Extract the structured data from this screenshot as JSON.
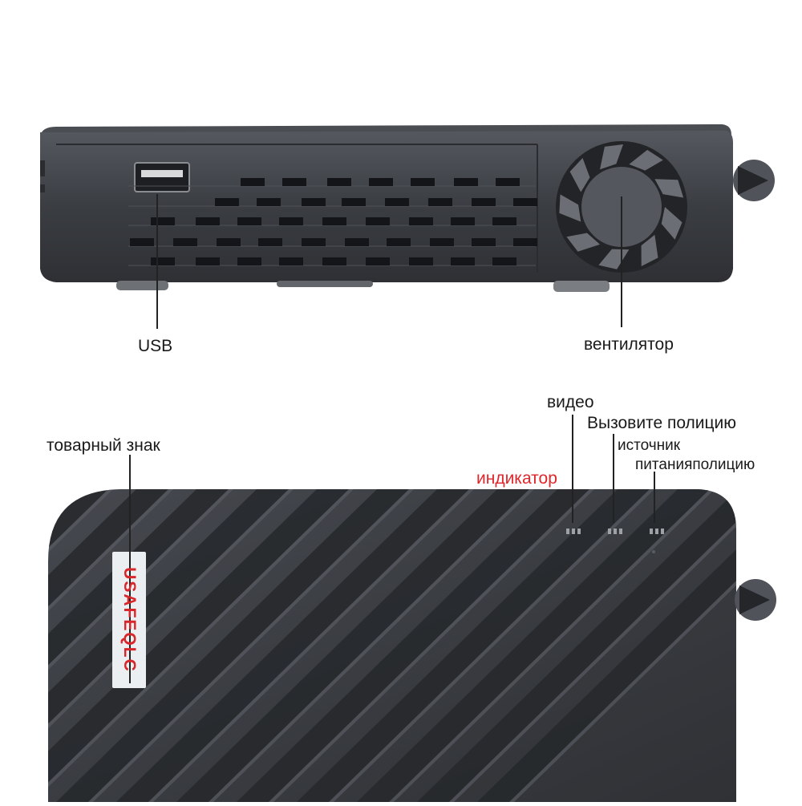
{
  "colors": {
    "background": "#ffffff",
    "device_body": "#3a3d42",
    "device_dark": "#2b2d31",
    "indicator_label": "#e0262a",
    "leader_line": "#222222"
  },
  "side_view": {
    "labels": {
      "usb": "USB",
      "fan": "вентилятор"
    },
    "icons": [
      "usb-port-icon",
      "cooling-fan-icon",
      "antenna-knob-icon"
    ]
  },
  "top_view": {
    "brand_sticker": "USAFEQLC",
    "labels": {
      "trademark": "товарный знак",
      "indicator": "индикатор",
      "video": "видео",
      "call_police": "Вызовите полицию",
      "source": "источник",
      "power_police": "питанияполицию"
    },
    "icons": [
      "indicator-led-icon",
      "antenna-knob-icon"
    ]
  }
}
